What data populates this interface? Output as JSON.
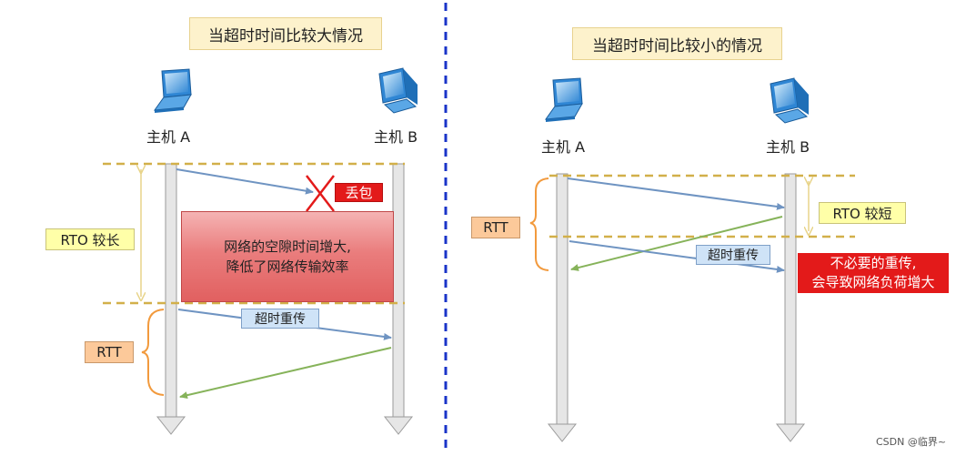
{
  "left": {
    "title": "当超时时间比较大情况",
    "host_a": "主机 A",
    "host_b": "主机 B",
    "rto_label": "RTO 较长",
    "rtt_label": "RTT",
    "loss_label": "丢包",
    "loss_note_line1": "网络的空隙时间增大,",
    "loss_note_line2": "降低了网络传输效率",
    "retransmit_label": "超时重传"
  },
  "right": {
    "title": "当超时时间比较小的情况",
    "host_a": "主机 A",
    "host_b": "主机 B",
    "rto_label": "RTO 较短",
    "rtt_label": "RTT",
    "retransmit_label": "超时重传",
    "warning_line1": "不必要的重传,",
    "warning_line2": "会导致网络负荷增大"
  },
  "watermark": "CSDN @临界~",
  "colors": {
    "divider": "#1a34c8",
    "dashed": "#d2b04a",
    "send_arrow": "#6f94c2",
    "ack_arrow": "#86b35a",
    "brace_orange": "#f29a3d",
    "brace_yellow": "#e8d48a",
    "timeline": "#d9d9d9",
    "loss_x": "#e31a1a"
  },
  "icons": {
    "host_a": "laptop-icon",
    "host_b": "desktop-computer-icon"
  }
}
